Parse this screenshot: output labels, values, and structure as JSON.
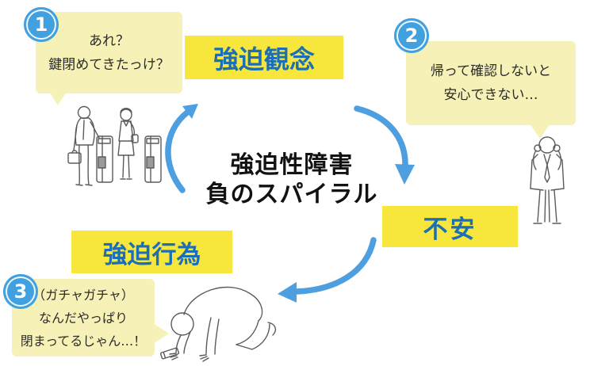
{
  "diagram": {
    "title_line1": "強迫性障害",
    "title_line2": "負のスパイラル"
  },
  "steps": {
    "one": {
      "number": "1",
      "bubble": "あれ？\n鍵閉めてきたっけ？",
      "label": "強迫観念"
    },
    "two": {
      "number": "2",
      "bubble": "帰って確認しないと\n安心できない…",
      "label": "不安"
    },
    "three": {
      "number": "3",
      "bubble": "（ガチャガチャ）\nなんだやっぱり\n閉まってるじゃん…！",
      "label": "強迫行為"
    }
  },
  "colors": {
    "highlight_yellow": "#F7E73C",
    "bubble_yellow": "#F6F1B7",
    "label_blue": "#1D6FB5",
    "arrow_blue": "#4D9FE0",
    "badge_blue": "#41A0DF",
    "title_black": "#121212"
  }
}
